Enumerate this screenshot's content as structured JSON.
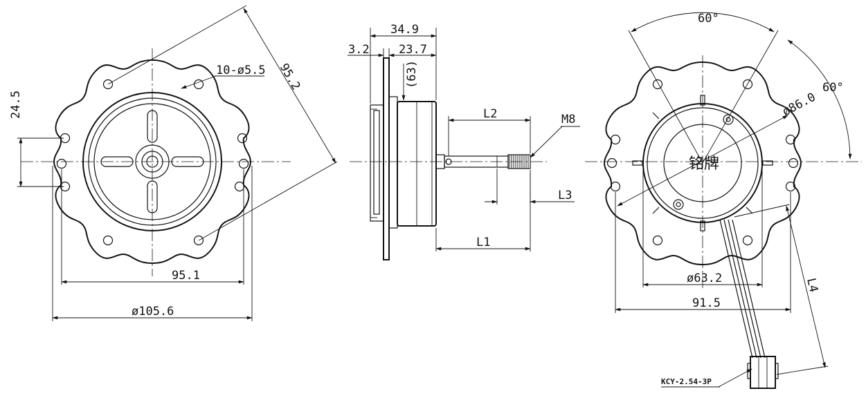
{
  "front_view": {
    "dim_24_5": "24.5",
    "dim_95_2": "95.2",
    "dim_holes": "10-ø5.5",
    "dim_95_1": "95.1",
    "dim_105_6": "ø105.6"
  },
  "side_view": {
    "dim_34_9": "34.9",
    "dim_3_2": "3.2",
    "dim_23_7": "23.7",
    "dim_63": "(63)",
    "dim_l2": "L2",
    "dim_m8": "M8",
    "dim_l3": "L3",
    "dim_l1": "L1"
  },
  "back_view": {
    "angle_top": "60°",
    "angle_right": "60°",
    "dim_86": "ø86.0",
    "nameplate": "铭牌",
    "dim_63_2": "ø63.2",
    "dim_91_5": "91.5",
    "dim_l4": "L4",
    "connector": "KCY-2.54-3P"
  }
}
